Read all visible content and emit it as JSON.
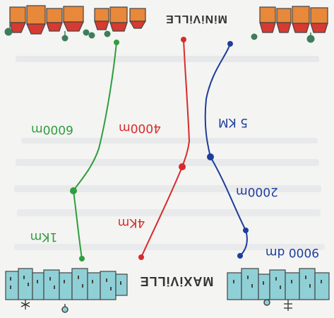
{
  "cities": {
    "top": "MiNiViLLE",
    "bottom": "MAXiViLLE"
  },
  "routes": [
    {
      "name": "green",
      "color": "#2e9e3e",
      "segment_labels": [
        "6000m",
        "1Km"
      ]
    },
    {
      "name": "red",
      "color": "#d62b2b",
      "segment_labels": [
        "4000m",
        "4Km"
      ]
    },
    {
      "name": "blue",
      "color": "#1d3e9e",
      "segment_labels": [
        "5 KM",
        "2000m",
        "9000 dm"
      ]
    }
  ],
  "colors": {
    "top_houses": "#e8883a",
    "top_roofs": "#d63a32",
    "trees": "#3d7d5b",
    "bottom_buildings": "#8fd0d6",
    "outline": "#444444"
  }
}
